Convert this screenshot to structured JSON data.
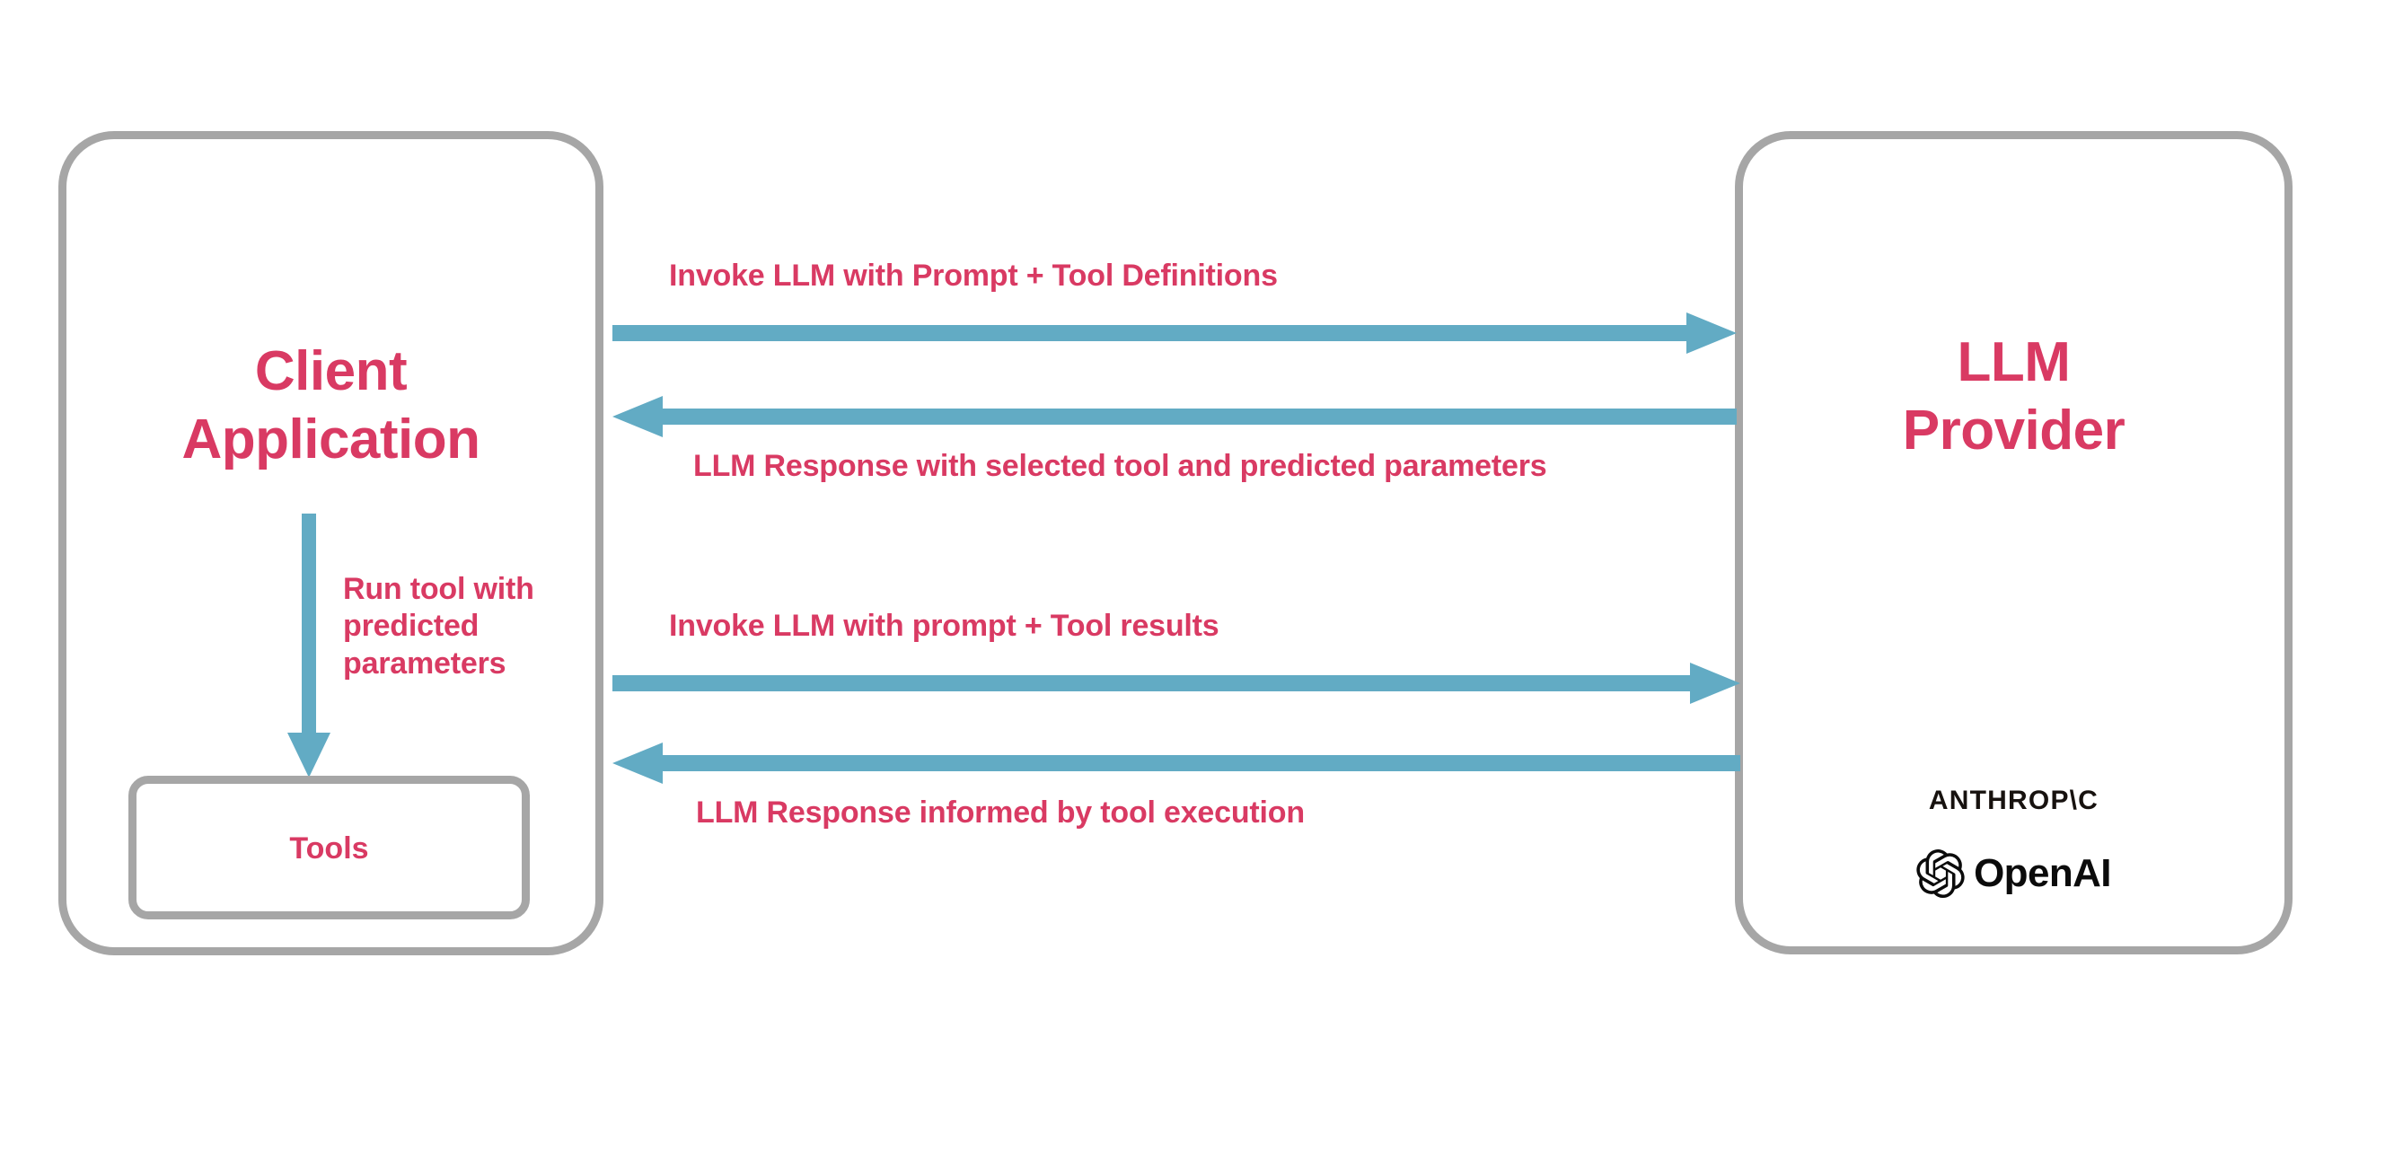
{
  "diagram": {
    "title": "LLM tool calling sequence between client application and LLM provider",
    "colors": {
      "accent_text": "#d93a63",
      "arrow": "#62abc4",
      "box_border": "#a6a6a6",
      "logo_text": "#0b0b0b",
      "background": "#ffffff"
    }
  },
  "client": {
    "title": "Client\nApplication",
    "tools": {
      "label": "Tools"
    },
    "internal_arrow": {
      "label": "Run tool with\npredicted\nparameters",
      "direction": "down",
      "from": "Client Application",
      "to": "Tools"
    }
  },
  "provider": {
    "title": "LLM\nProvider",
    "logos": [
      {
        "name": "anthropic-logo",
        "text": "ANTHROP\\C"
      },
      {
        "name": "openai-logo",
        "text": "OpenAI"
      }
    ]
  },
  "messages": [
    {
      "id": "msg-1",
      "label": "Invoke LLM with Prompt + Tool Definitions",
      "direction": "right",
      "from": "Client Application",
      "to": "LLM Provider"
    },
    {
      "id": "msg-2",
      "label": "LLM Response with selected tool and predicted parameters",
      "direction": "left",
      "from": "LLM Provider",
      "to": "Client Application"
    },
    {
      "id": "msg-3",
      "label": "Invoke LLM with prompt + Tool results",
      "direction": "right",
      "from": "Client Application",
      "to": "LLM Provider"
    },
    {
      "id": "msg-4",
      "label": "LLM Response informed by tool execution",
      "direction": "left",
      "from": "LLM Provider",
      "to": "Client Application"
    }
  ]
}
